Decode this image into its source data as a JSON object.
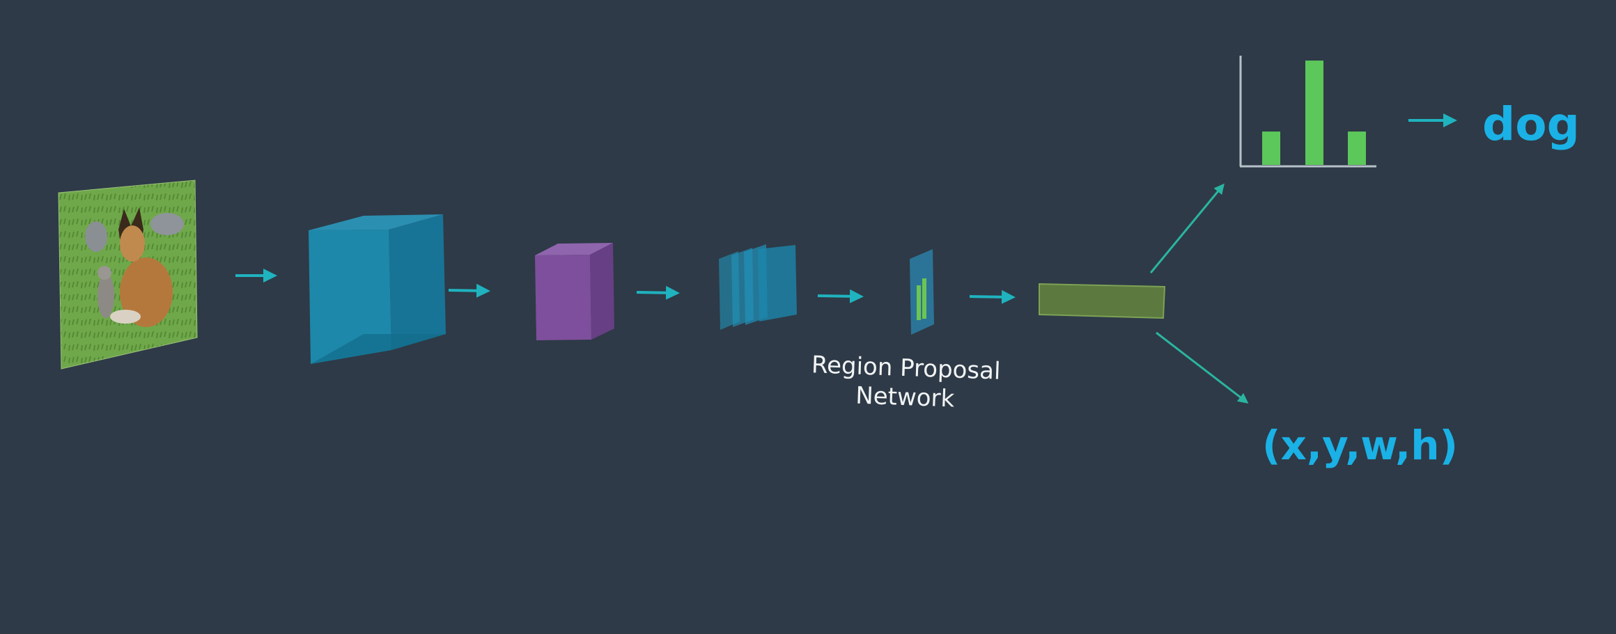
{
  "diagram": {
    "region_proposal_label": [
      "Region Proposal",
      "Network"
    ],
    "class_output_label": "dog",
    "bbox_output_label": "(x,y,w,h)",
    "class_scores": [
      0.32,
      1.0,
      0.32
    ],
    "colors": {
      "background": "#2e3a47",
      "arrow": "#1fb3bf",
      "output_text": "#1ab1e6",
      "conv_block": "#1c8fb3",
      "pool_block": "#7e4f9c",
      "roi_block": "#5c7a3f",
      "histogram_bar": "#5cc75a",
      "axis": "#b7c1c9",
      "label_text": "#f2f4f5"
    },
    "icons": [
      "input-photo-dog-and-cat",
      "arrow-right-icon"
    ]
  }
}
